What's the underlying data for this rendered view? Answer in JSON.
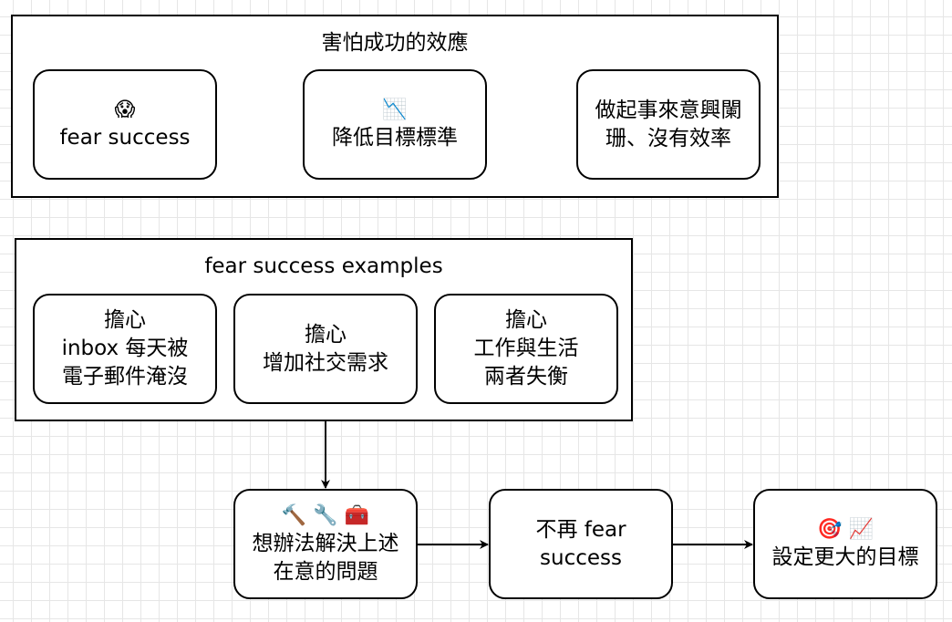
{
  "group_effect": {
    "title": "害怕成功的效應",
    "nodes": [
      {
        "icon": "😱",
        "lines": [
          "fear success"
        ]
      },
      {
        "icon": "📉",
        "lines": [
          "降低目標標準"
        ]
      },
      {
        "lines": [
          "做起事來意興闌",
          "珊、沒有效率"
        ]
      }
    ]
  },
  "group_examples": {
    "title": "fear success examples",
    "nodes": [
      {
        "lines": [
          "擔心",
          "inbox 每天被",
          "電子郵件淹沒"
        ]
      },
      {
        "lines": [
          "擔心",
          "增加社交需求"
        ]
      },
      {
        "lines": [
          "擔心",
          "工作與生活",
          "兩者失衡"
        ]
      }
    ]
  },
  "solution_flow": {
    "nodes": [
      {
        "icon": "🔨 🔧 🧰",
        "lines": [
          "想辦法解決上述",
          "在意的問題"
        ]
      },
      {
        "lines": [
          "不再 fear",
          "success"
        ]
      },
      {
        "icon": "🎯 📈",
        "lines": [
          "設定更大的目標"
        ]
      }
    ]
  }
}
